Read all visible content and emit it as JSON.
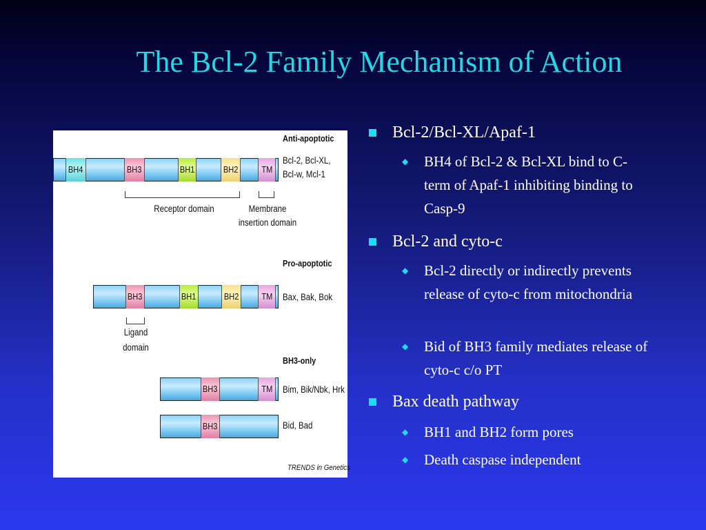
{
  "slide": {
    "title": "The Bcl-2 Family Mechanism of Action"
  },
  "figure": {
    "anti_apoptotic": {
      "heading": "Anti-apoptotic",
      "domains": [
        "BH4",
        "BH3",
        "BH1",
        "BH2",
        "TM"
      ],
      "members_line1": "Bcl-2, Bcl-XL,",
      "members_line2": "Bcl-w, Mcl-1",
      "receptor_domain": "Receptor domain",
      "membrane_line1": "Membrane",
      "membrane_line2": "insertion domain"
    },
    "pro_apoptotic": {
      "heading": "Pro-apoptotic",
      "domains": [
        "BH3",
        "BH1",
        "BH2",
        "TM"
      ],
      "members": "Bax, Bak, Bok",
      "ligand_line1": "Ligand",
      "ligand_line2": "domain"
    },
    "bh3_only": {
      "heading": "BH3-only",
      "row1_domains": [
        "BH3",
        "TM"
      ],
      "row1_members": "Bim, Bik/Nbk, Hrk",
      "row2_domains": [
        "BH3"
      ],
      "row2_members": "Bid, Bad"
    },
    "credit": "TRENDS in Genetics"
  },
  "bullets": [
    {
      "text": "Bcl-2/Bcl-XL/Apaf-1",
      "sub": [
        {
          "text": "BH4 of Bcl-2 & Bcl-XL bind to C-term of Apaf-1 inhibiting binding to Casp-9"
        }
      ]
    },
    {
      "text": "Bcl-2 and cyto-c",
      "sub": [
        {
          "text": "Bcl-2 directly or indirectly prevents release of cyto-c from mitochondria"
        },
        {
          "text": "Bid of BH3 family mediates release of cyto-c c/o PT"
        }
      ]
    },
    {
      "text": "Bax death pathway",
      "sub": [
        {
          "text": "BH1 and BH2 form pores"
        },
        {
          "text": "Death caspase independent"
        }
      ]
    }
  ],
  "colors": {
    "title": "#22d8e6",
    "bullet_marker": "#16e0f2",
    "text": "#ffffff",
    "bh4": "#8fe6ea",
    "bh3": "#f3a8c2",
    "bh1": "#c8f060",
    "bh2": "#f9e7a3",
    "tm": "#e9b4e4",
    "protein_bar": "#8fd2f6"
  }
}
